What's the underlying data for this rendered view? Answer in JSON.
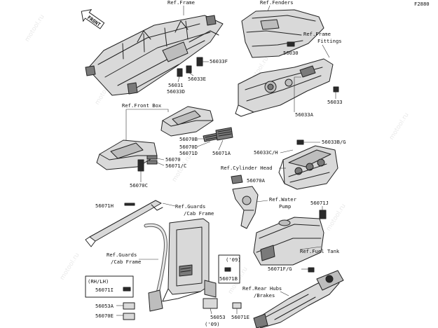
{
  "diagram_code": "F2880",
  "front_badge": "FRONT",
  "watermark": "motool.ru",
  "labels": {
    "ref_frame": "Ref.Frame",
    "ref_fenders": "Ref.Fenders",
    "ref_frame_fittings_1": "Ref.Frame",
    "ref_frame_fittings_2": "Fittings",
    "p56033f": "56033F",
    "p56033e": "56033E",
    "p56031": "56031",
    "p56033d": "56033D",
    "p56030": "56030",
    "p56033": "56033",
    "p56033a": "56033A",
    "ref_front_box": "Ref.Front Box",
    "p56070b": "56070B",
    "p56070d": "56070D",
    "p56071d": "56071D",
    "p56071a": "56071A",
    "p56070": "56070",
    "p56071c": "56071/C",
    "p56070c": "56070C",
    "p56033ch": "56033C/H",
    "p56033bg": "56033B/G",
    "ref_cylinder_head": "Ref.Cylinder Head",
    "p56070a": "56070A",
    "ref_water_pump_1": "Ref.Water",
    "ref_water_pump_2": "Pump",
    "p56071h": "56071H",
    "ref_guards_cab_1": "Ref.Guards",
    "ref_guards_cab_2": "/Cab Frame",
    "p56071j": "56071J",
    "ref_guards_cab2_1": "Ref.Guards",
    "ref_guards_cab2_2": "/Cab Frame",
    "ref_fuel_tank": "Ref.Fuel Tank",
    "year_09_a": "('09)",
    "p56071fg": "56071F/G",
    "p56071b": "56071B",
    "rhlh": "(RH/LH)",
    "p56071i": "56071I",
    "ref_rear_hubs_1": "Ref.Rear Hubs",
    "ref_rear_hubs_2": "/Brakes",
    "p56053a": "56053A",
    "p56053": "56053",
    "p56071e": "56071E",
    "p56070e": "56070E",
    "year_09_b": "('09)"
  }
}
